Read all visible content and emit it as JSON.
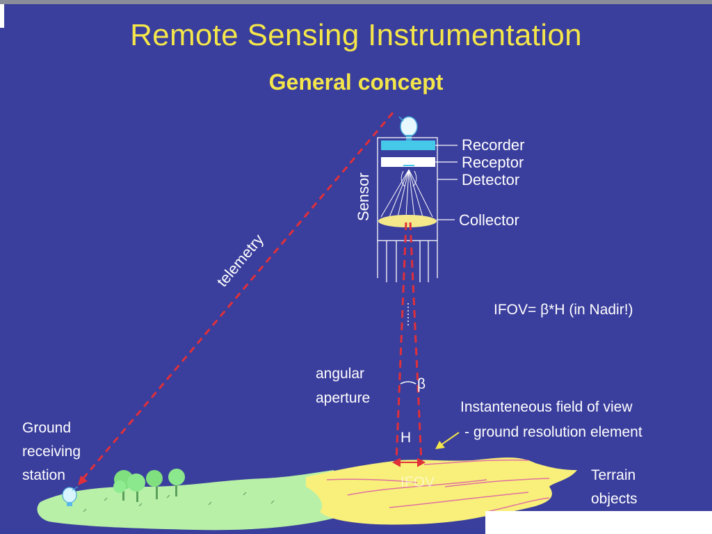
{
  "title": "Remote Sensing Instrumentation",
  "subtitle": "General concept",
  "labels": {
    "recorder": "Recorder",
    "receptor": "Receptor",
    "detector": "Detector",
    "collector": "Collector",
    "sensor": "Sensor",
    "telemetry": "telemetry",
    "ifov_formula": "IFOV= β*H (in Nadir!)",
    "angular": "angular",
    "aperture": "aperture",
    "beta": "β",
    "h": "H",
    "ifov": "IFOV",
    "ifov_caption_1": "Instanteneous field of view",
    "ifov_caption_2": "- ground resolution element",
    "ground_1": "Ground",
    "ground_2": "receiving",
    "ground_3": "station",
    "terrain_1": "Terrain",
    "terrain_2": "objects"
  },
  "colors": {
    "background": "#3a3e9c",
    "title": "#f4e64a",
    "label": "#ffffff",
    "telemetry_line": "#e0303a",
    "recorder": "#46c8e8",
    "collector": "#f4e88a",
    "terrain_green": "#b8f0a8",
    "terrain_yellow": "#f8f07a",
    "terrain_lines": "#e070a0"
  }
}
